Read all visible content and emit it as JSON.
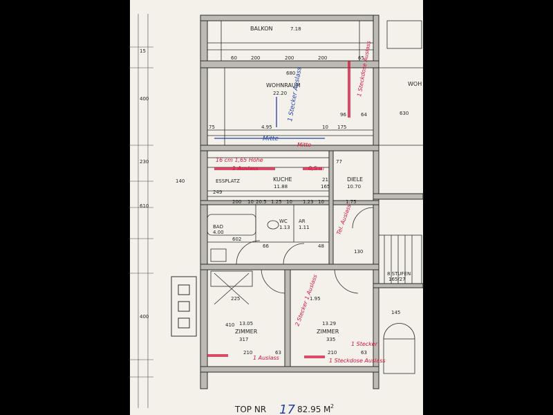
{
  "colors": {
    "paper": "#f4f1ea",
    "ink": "#2a2a2a",
    "red": "#d2143c",
    "blue": "#1f3fa8",
    "background": "#000000"
  },
  "rooms": {
    "balkon": {
      "name": "BALKON",
      "area": "7.18"
    },
    "wohnraum": {
      "name": "WOHNRAUM",
      "area": "22.20"
    },
    "kuche": {
      "name": "KUCHE",
      "area": "11.88"
    },
    "essplatz": {
      "name": "ESSPLATZ"
    },
    "diele": {
      "name": "DIELE",
      "area": "10.70"
    },
    "wc": {
      "name": "WC",
      "area": "1.13"
    },
    "ar": {
      "name": "AR",
      "area": "1.11"
    },
    "bad": {
      "name": "BAD",
      "area": "4.00"
    },
    "zimmer1": {
      "name": "ZIMMER",
      "area": "13.05",
      "height": "317"
    },
    "zimmer2": {
      "name": "ZIMMER",
      "area": "13.29",
      "height": "335"
    },
    "wohn_partial": {
      "name": "WOH"
    },
    "stufen": {
      "name": "8 STUFEN",
      "detail": "165/27"
    }
  },
  "dimensions": {
    "top_row": [
      "60",
      "200",
      "200",
      "200",
      "65"
    ],
    "wohn_width": "680",
    "wohn_height": "400",
    "d495": "4.95",
    "d175": "175",
    "d96": "96",
    "d64": "64",
    "d10": "10",
    "d75": "75",
    "d249": "249",
    "d77": "77",
    "d21": "21",
    "d165": "165",
    "kuche_row": [
      "200",
      "10",
      "20.5",
      "1.25",
      "10",
      "1.23",
      "10"
    ],
    "d175b": "1.75",
    "d602": "602",
    "d130": "130",
    "d66": "66",
    "d48": "48",
    "d225": "225",
    "d195": "1.95",
    "d410": "410",
    "d210a": "210",
    "d63a": "63",
    "d210b": "210",
    "d63b": "63",
    "d145": "145",
    "d400": "400",
    "d230": "230",
    "d610": "610",
    "d630": "630",
    "d140": "140",
    "d15": "15"
  },
  "annotations": {
    "red_1": "1 Steckdose Auslass",
    "red_2": "16 cm 1,65 Höhe",
    "red_3": "1 Auslass",
    "red_4": "Mitte",
    "red_5": "0,5 m",
    "red_6": "Tel. Auslass",
    "red_7": "2 Stecker 1 Auslass",
    "red_8": "1 Auslass",
    "red_9": "1 Stecker",
    "red_10": "1 Steckdose Auslass",
    "blue_1": "Mitte",
    "blue_2": "1 Stecker Auslass"
  },
  "footer": {
    "prefix": "TOP NR",
    "number": "17",
    "area": "82.95",
    "unit": "M",
    "unit_sup": "2"
  }
}
